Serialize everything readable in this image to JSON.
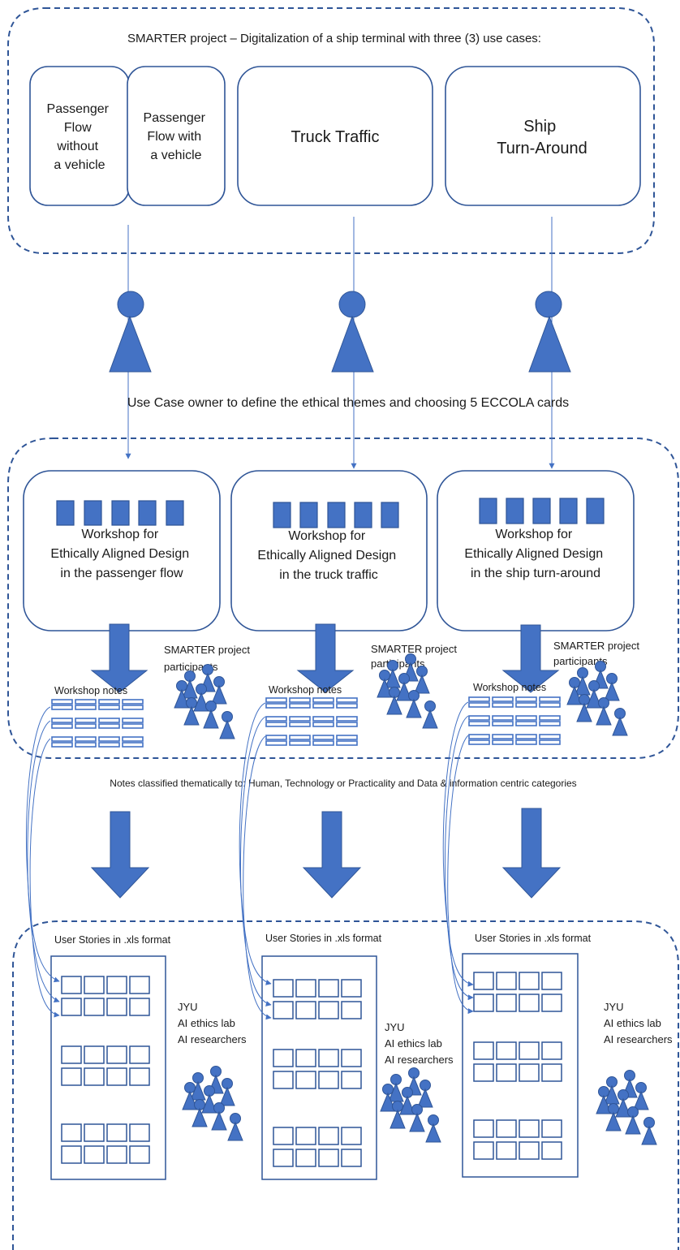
{
  "project": {
    "title": "SMARTER project – Digitalization of a ship terminal with three (3) use cases:"
  },
  "use_cases": [
    {
      "lines": [
        "Passenger",
        "Flow",
        "without",
        "a vehicle"
      ]
    },
    {
      "lines": [
        "Passenger",
        "Flow with",
        "a vehicle"
      ]
    },
    {
      "lines": [
        "Truck Traffic"
      ]
    },
    {
      "lines": [
        "Ship",
        "Turn-Around"
      ]
    }
  ],
  "owner_caption": "Use Case owner to define the ethical themes and choosing 5 ECCOLA cards",
  "workshops": [
    {
      "lines": [
        "Workshop for",
        "Ethically Aligned Design",
        "in the passenger flow"
      ],
      "participants": [
        "SMARTER project",
        "participants"
      ],
      "notes_label": "Workshop notes",
      "stories_label": "User Stories in .xls format",
      "researchers": [
        "JYU",
        "AI ethics lab",
        "AI researchers"
      ]
    },
    {
      "lines": [
        "Workshop for",
        "Ethically Aligned Design",
        "in the truck traffic"
      ],
      "participants": [
        "SMARTER project",
        "participants"
      ],
      "notes_label": "Workshop notes",
      "stories_label": "User Stories in .xls format",
      "researchers": [
        "JYU",
        "AI ethics lab",
        "AI researchers"
      ]
    },
    {
      "lines": [
        "Workshop for",
        "Ethically Aligned Design",
        "in the ship turn-around"
      ],
      "participants": [
        "SMARTER project",
        "participants"
      ],
      "notes_label": "Workshop notes",
      "stories_label": "User Stories in .xls format",
      "researchers": [
        "JYU",
        "AI ethics lab",
        "AI researchers"
      ]
    }
  ],
  "classification_caption": "Notes classified thematically to: Human, Technology or Practicality and Data & information centric categories",
  "colors": {
    "accent": "#4472c4",
    "outline": "#2f5597"
  }
}
